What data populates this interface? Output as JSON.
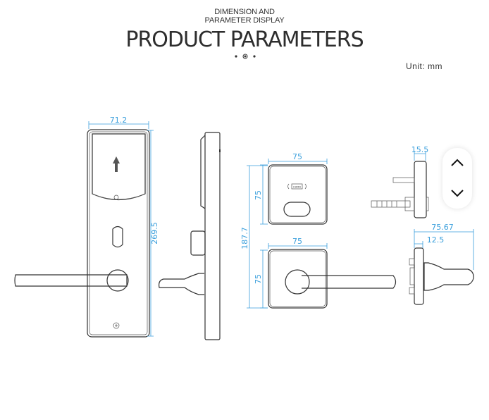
{
  "header": {
    "subtitle_line1": "DIMENSION AND",
    "subtitle_line2": "PARAMETER DISPLAY",
    "title": "PRODUCT PARAMETERS",
    "unit": "Unit:  mm"
  },
  "dimensions": {
    "front_width": "71.2",
    "front_height": "269.5",
    "total_height": "187.7",
    "reader_width": "75",
    "reader_height": "75",
    "handle_width": "75",
    "handle_height": "75",
    "reader_depth": "15.5",
    "handle_projection": "75.67",
    "handle_plate_depth": "12.5"
  },
  "reader_label": "CARD",
  "colors": {
    "dimension": "#3a9fdc",
    "outline": "#333333"
  }
}
